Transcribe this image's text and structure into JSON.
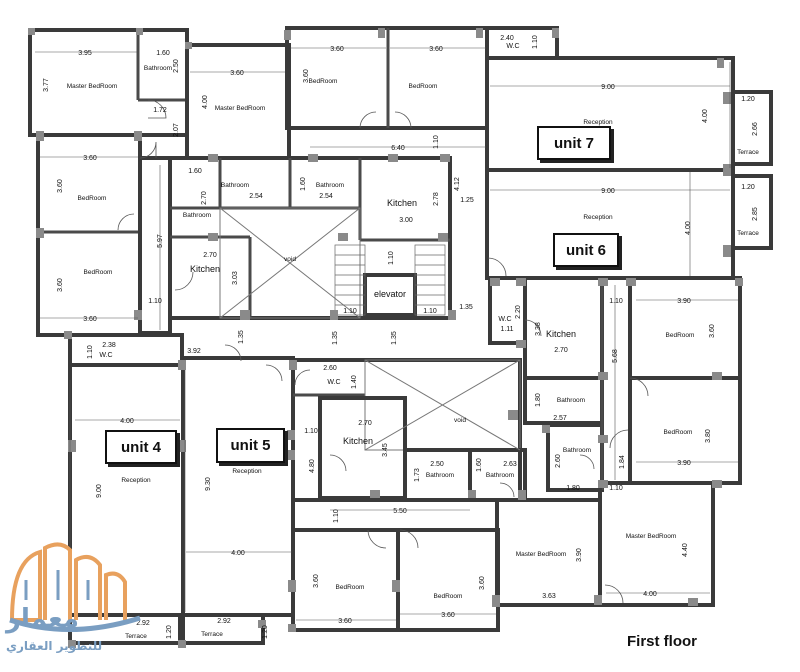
{
  "title": "First floor",
  "units": [
    "unit 7",
    "unit 6",
    "unit 4",
    "unit 5"
  ],
  "logo": {
    "text_main": "معمار",
    "text_sub": "للتطوير العقاري",
    "colors": [
      "#e8a15e",
      "#7a9ec2"
    ]
  },
  "rooms": {
    "master1": "Master BedRoom",
    "bath1": "Bathroom",
    "master2": "Master BedRoom",
    "bed_top1": "BedRoom",
    "bed_top2": "BedRoom",
    "wc_top": "W.C",
    "reception7": "Reception",
    "terrace7": "Terrace",
    "reception6": "Reception",
    "terrace6": "Terrace",
    "bed_l1": "BedRoom",
    "bed_l2": "BedRoom",
    "bath_a": "Bathroom",
    "bath_b": "Bathroom",
    "bath_c": "Bathroom",
    "kitchen_l": "Kitchen",
    "void1": "void",
    "kitchen_c": "Kitchen",
    "elevator": "elevator",
    "wc_l": "W.C",
    "wc_6": "W.C",
    "kitchen6": "Kitchen",
    "bed6a": "BedRoom",
    "bath6": "Bathroom",
    "bed6b": "BedRoom",
    "bath6b": "Bathroom",
    "wc_5": "W.C",
    "void2": "void",
    "kitchen5": "Kitchen",
    "bath5a": "Bathroom",
    "bath5b": "Bathroom",
    "reception4": "Reception",
    "reception5": "Reception",
    "bed5a": "BedRoom",
    "bed5b": "BedRoom",
    "master3": "Master BedRoom",
    "master4": "Master BedRoom",
    "terrace4": "Terrace",
    "terrace5": "Terrace"
  },
  "dims": [
    "3.95",
    "1.60",
    "2.50",
    "3.77",
    "1.72",
    "2.07",
    "3.60",
    "4.00",
    "3.60",
    "3.60",
    "3.60",
    "2.40",
    "1.10",
    "9.00",
    "4.00",
    "1.20",
    "2.66",
    "6.40",
    "1.10",
    "4.12",
    "3.60",
    "3.60",
    "1.60",
    "2.70",
    "2.54",
    "1.60",
    "2.54",
    "2.78",
    "1.25",
    "9.00",
    "4.00",
    "1.20",
    "2.85",
    "5.97",
    "3.00",
    "2.70",
    "3.03",
    "1.10",
    "3.60",
    "3.60",
    "1.10",
    "1.10",
    "1.10",
    "1.35",
    "2.38",
    "1.10",
    "3.92",
    "1.35",
    "1.35",
    "1.35",
    "2.20",
    "1.11",
    "3.38",
    "2.70",
    "5.68",
    "3.90",
    "3.60",
    "1.10",
    "2.60",
    "1.40",
    "2.70",
    "1.80",
    "2.57",
    "3.45",
    "4.00",
    "1.10",
    "4.80",
    "2.50",
    "1.60",
    "2.63",
    "1.73",
    "2.60",
    "1.84",
    "3.80",
    "3.90",
    "1.10",
    "9.00",
    "9.30",
    "1.80",
    "5.50",
    "1.10",
    "4.00",
    "3.90",
    "4.40",
    "3.60",
    "3.60",
    "3.63",
    "4.00",
    "3.60",
    "3.60",
    "2.92",
    "2.92",
    "1.20",
    "1.20"
  ]
}
